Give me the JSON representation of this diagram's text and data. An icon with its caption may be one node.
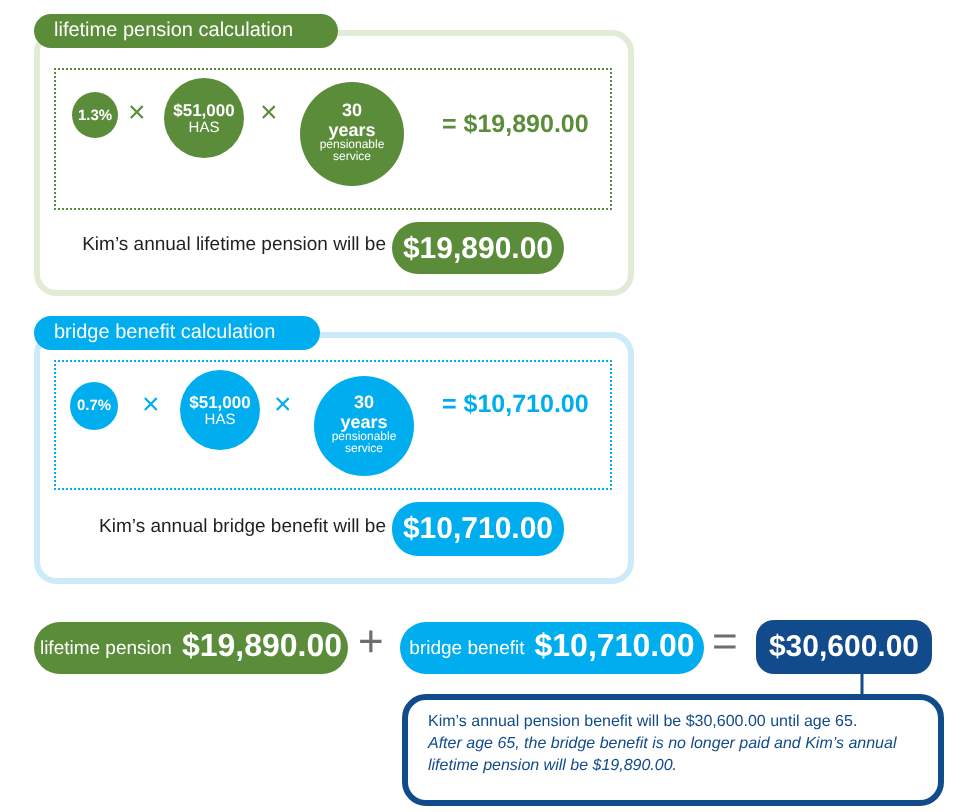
{
  "diagram": {
    "nodes": [
      {
        "text": [
          "lifetime pension calculation"
        ]
      },
      {
        "text": [
          "= $19,890.00"
        ],
        "in": 0
      },
      {
        "text": [
          "1.3%"
        ],
        "in": 1
      },
      {
        "text": [
          "$51,000",
          "HAS"
        ],
        "in": 1
      },
      {
        "text": [
          "30 years",
          "pensionable service"
        ],
        "in": 1
      },
      {
        "text": [
          "$19,890.00"
        ],
        "beside": [
          "Kim’s annual lifetime pension will be"
        ],
        "in": 0
      },
      {
        "text": [
          "bridge benefit calculation"
        ]
      },
      {
        "text": [
          "= $10,710.00"
        ],
        "in": 6
      },
      {
        "text": [
          "0.7%"
        ],
        "in": 7
      },
      {
        "text": [
          "$51,000",
          "HAS"
        ],
        "in": 7
      },
      {
        "text": [
          "30 years",
          "pensionable service"
        ],
        "in": 7
      },
      {
        "text": [
          "$10,710.00"
        ],
        "beside": [
          "Kim’s annual bridge benefit will be"
        ],
        "in": 6
      },
      {
        "text": [
          "lifetime pension",
          "$19,890.00"
        ]
      },
      {
        "text": [
          "bridge benefit",
          "$10,710.00"
        ]
      },
      {
        "text": [
          "$30,600.00"
        ]
      },
      {
        "text": [
          "Kim’s annual pension benefit will be $30,600.00 until age 65.",
          "After age 65, the bridge benefit is no longer paid and Kim’s annual lifetime pension will be $19,890.00."
        ]
      }
    ],
    "edges": [
      {
        "from": 14,
        "to": 15,
        "arrow": "none"
      }
    ],
    "labels": [
      "×",
      "×",
      "×",
      "×",
      "+",
      "="
    ]
  }
}
